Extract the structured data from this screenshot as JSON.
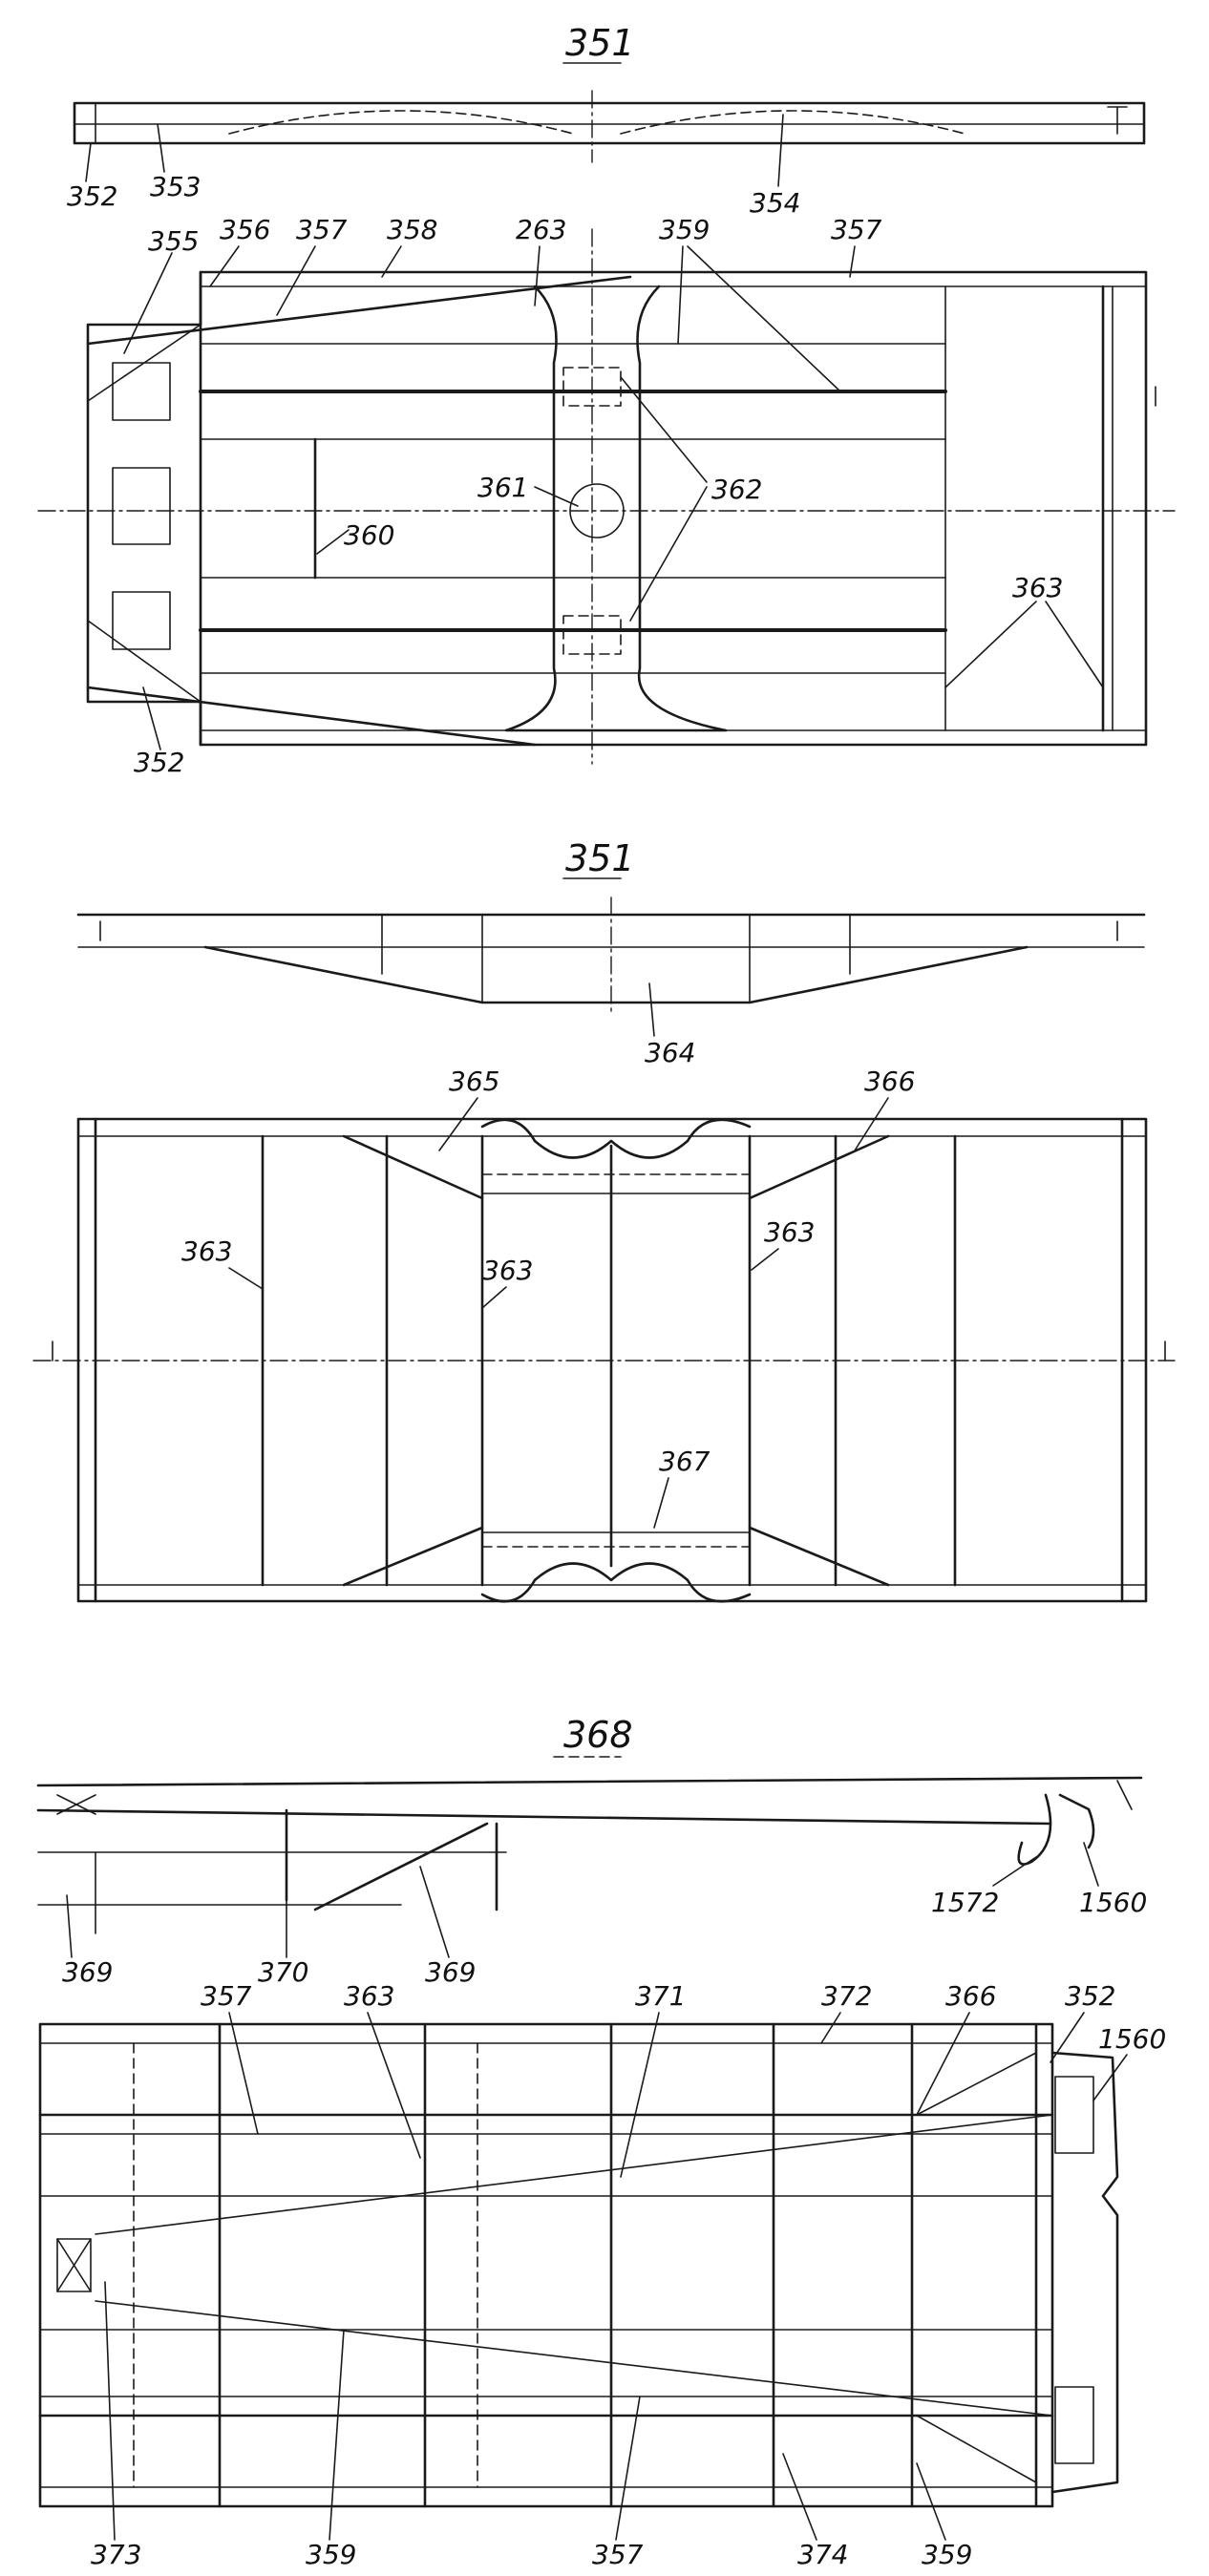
{
  "figure_1": {
    "title": "351",
    "labels": {
      "l352a": "352",
      "l353": "353",
      "l354": "354",
      "l355": "355",
      "l356": "356",
      "l357a": "357",
      "l358": "358",
      "l263": "263",
      "l359": "359",
      "l357b": "357",
      "l361": "361",
      "l360": "360",
      "l362": "362",
      "l363": "363",
      "l352b": "352"
    }
  },
  "figure_2": {
    "title": "351",
    "labels": {
      "l364": "364",
      "l365": "365",
      "l366": "366",
      "l363a": "363",
      "l363b": "363",
      "l363c": "363",
      "l367": "367"
    }
  },
  "figure_3": {
    "title": "368",
    "labels": {
      "l1572": "1572",
      "l1560a": "1560",
      "l369a": "369",
      "l370": "370",
      "l369b": "369",
      "l357a": "357",
      "l363": "363",
      "l371": "371",
      "l372": "372",
      "l366": "366",
      "l352": "352",
      "l1560b": "1560",
      "l373": "373",
      "l359a": "359",
      "l357b": "357",
      "l374": "374",
      "l359b": "359"
    }
  }
}
